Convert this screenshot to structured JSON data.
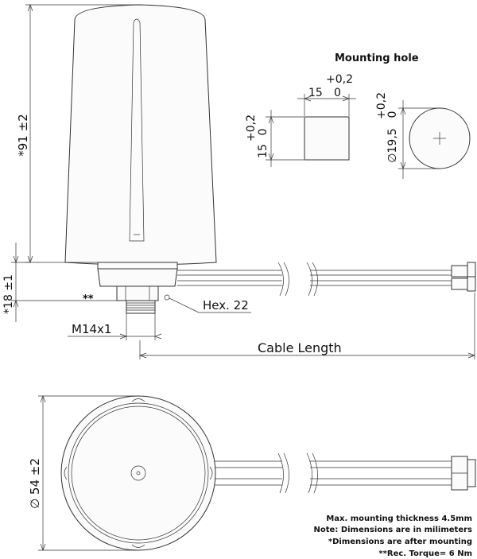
{
  "labels": {
    "height": "*91 ±2",
    "mount_height": "*18 ±1",
    "double_star": "**",
    "hex": "Hex. 22",
    "thread": "M14x1",
    "cable_length": "Cable Length",
    "diameter": "∅ 54 ±2",
    "mounting_hole_title": "Mounting hole",
    "square_top_tol": "+0,2",
    "square_top_dim": "15",
    "square_top_zero": "0",
    "square_left_tol": "+0,2",
    "square_left_zero": "0",
    "square_left_dim": "15",
    "round_tol": "+0,2",
    "round_zero": "0",
    "round_dim": "∅19,5"
  },
  "notes": [
    "Max. mounting thickness 4.5mm",
    "Note: Dimensions are in milimeters",
    "*Dimensions are after mounting",
    "**Rec. Torque= 6 Nm"
  ]
}
